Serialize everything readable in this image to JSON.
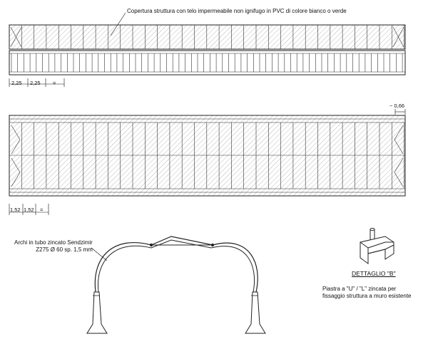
{
  "annotations": {
    "cover_note": "Copertura struttura con telo impermeabile non ignifugo in PVC di colore bianco o verde",
    "arches_line1": "Archi in tubo zincato Sendzimir",
    "arches_line2": "Z275 Ø 60 sp. 1,5 mm",
    "detail_title": "DETTAGLIO \"B\"",
    "detail_line1": "Piastra a \"U\" / \"L\" zincata per",
    "detail_line2": "fissaggio struttura a muro esistente"
  },
  "dimensions": {
    "top_a": "2,25",
    "top_b": "2,25",
    "top_eq": "=",
    "plan_a": "1,52",
    "plan_b": "1,52",
    "plan_eq": "=",
    "overhang": "~ 0,66"
  }
}
